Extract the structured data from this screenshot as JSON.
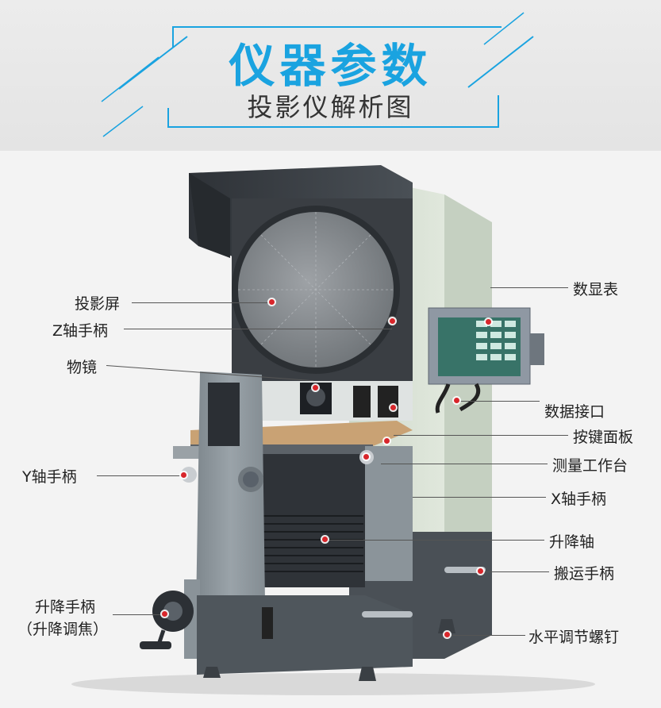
{
  "header": {
    "title": "仪器参数",
    "subtitle": "投影仪解析图"
  },
  "colors": {
    "accent": "#1aa3e0",
    "marker": "#d8262b",
    "machine_dark": "#3b3f44",
    "machine_light": "#dfe8da",
    "machine_gray": "#8b949a"
  },
  "labels": {
    "projection_screen": "投影屏",
    "z_handle": "Z轴手柄",
    "objective": "物镜",
    "y_handle": "Y轴手柄",
    "lift_handle_line1": "升降手柄",
    "lift_handle_line2": "（升降调焦）",
    "digital_display": "数显表",
    "data_port": "数据接口",
    "key_panel": "按键面板",
    "work_table": "测量工作台",
    "x_handle": "X轴手柄",
    "lift_shaft": "升降轴",
    "carry_handle": "搬运手柄",
    "level_screw": "水平调节螺钉"
  }
}
